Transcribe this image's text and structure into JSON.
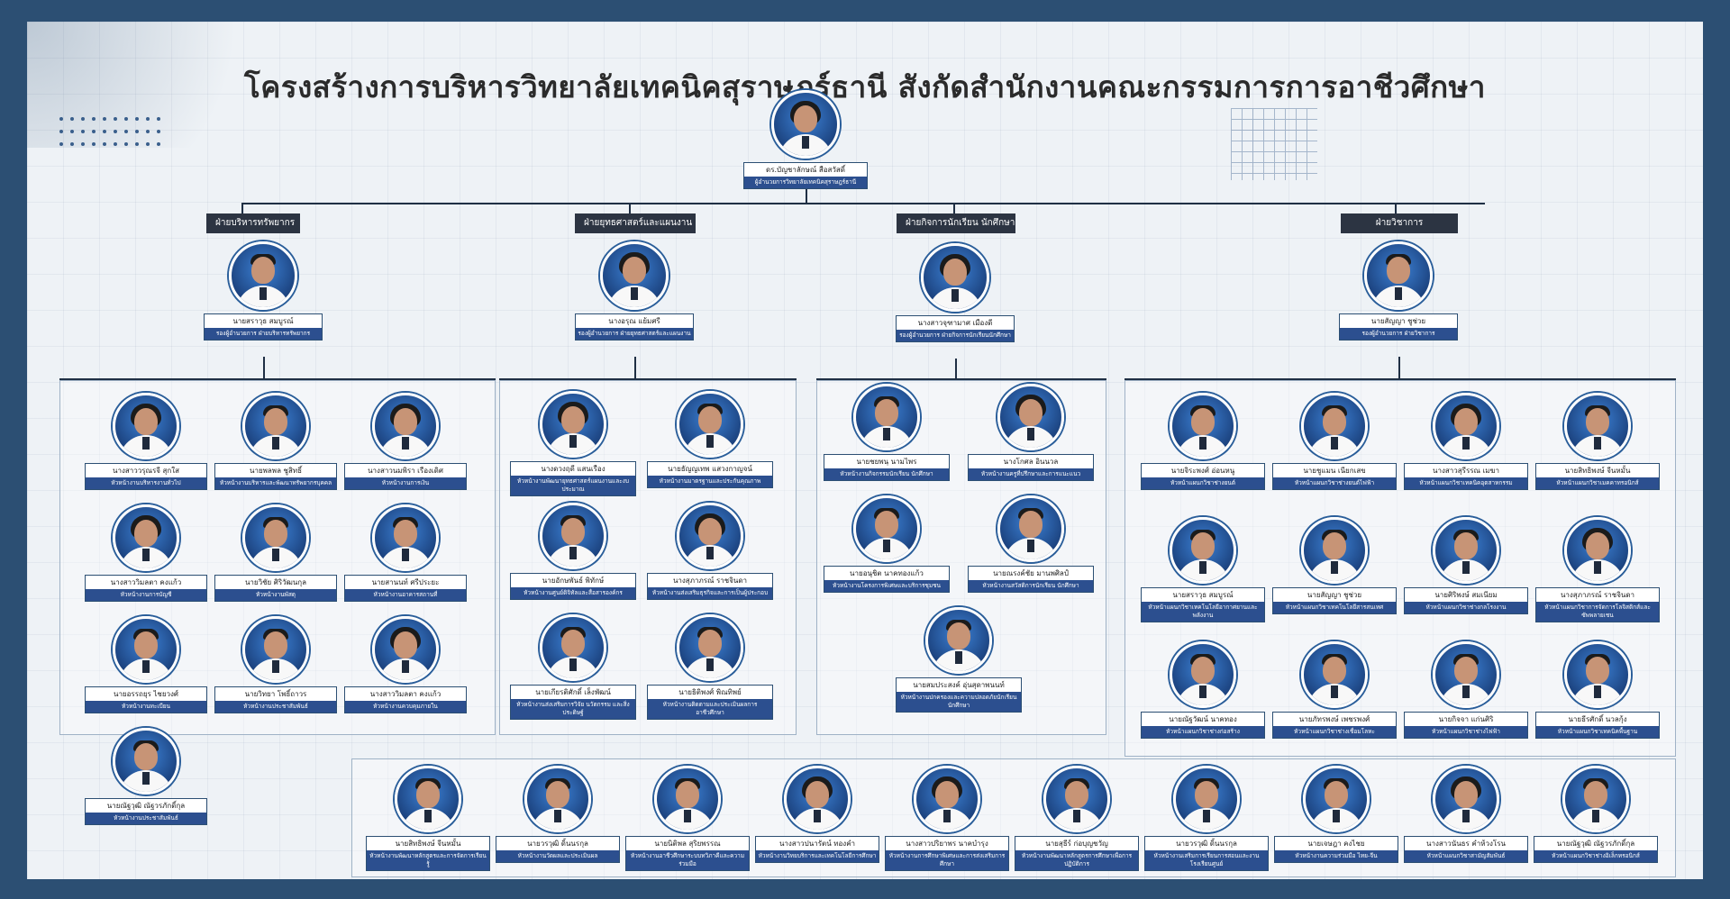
{
  "title": "โครงสร้างการบริหารวิทยาลัยเทคนิคสุราษฎร์ธานี  สังกัดสำนักงานคณะกรรมการการอาชีวศึกษา",
  "director": {
    "name": "ดร.บัญชาลักษณ์ สือสวัสดิ์",
    "role": "ผู้อำนวยการวิทยาลัยเทคนิคสุราษฎร์ธานี"
  },
  "departments": [
    {
      "label": "ฝ่ายบริหารทรัพยากร",
      "head": {
        "name": "นายสราวุธ สมบูรณ์",
        "role": "รองผู้อำนวยการ ฝ่ายบริหารทรัพยากร"
      }
    },
    {
      "label": "ฝ่ายยุทธศาสตร์และแผนงาน",
      "head": {
        "name": "นางอรุณ แย้มศรี",
        "role": "รองผู้อำนวยการ ฝ่ายยุทธศาสตร์และแผนงาน"
      }
    },
    {
      "label": "ฝ่ายกิจการนักเรียน นักศึกษา",
      "head": {
        "name": "นางสาวจุฑามาศ เมืองดี",
        "role": "รองผู้อำนวยการ ฝ่ายกิจการนักเรียนนักศึกษา"
      }
    },
    {
      "label": "ฝ่ายวิชาการ",
      "head": {
        "name": "นายสัญญา ชูช่วย",
        "role": "รองผู้อำนวยการ ฝ่ายวิชาการ"
      }
    }
  ],
  "staff_resource": [
    {
      "name": "นางสาววรุณรจี สุกใส",
      "role": "หัวหน้างานบริหารงานทั่วไป"
    },
    {
      "name": "นายพลพล ชูสิทธิ์",
      "role": "หัวหน้างานบริหารและพัฒนาทรัพยากรบุคคล"
    },
    {
      "name": "นางสาวนมพิรา เรืองเดิศ",
      "role": "หัวหน้างานการเงิน"
    },
    {
      "name": "นางสาววิมลตา คงแก้ว",
      "role": "หัวหน้างานการบัญชี"
    },
    {
      "name": "นายวิชัย ศิริวัฒนกุล",
      "role": "หัวหน้างานพัสดุ"
    },
    {
      "name": "นายสานนท์ ศรีประยะ",
      "role": "หัวหน้างานอาคารสถานที่"
    },
    {
      "name": "นายอรรถยุร ไชยวงศ์",
      "role": "หัวหน้างานทะเบียน"
    },
    {
      "name": "นายวิทยา โพธิ์ถาวร",
      "role": "หัวหน้างานประชาสัมพันธ์"
    },
    {
      "name": "นางสาววิมลตา คงแก้ว",
      "role": "หัวหน้างานควบคุมภายใน"
    },
    {
      "name": "นายณัฐวุฒิ ณัฐวรภักดิ์กุล",
      "role": "หัวหน้างานประชาสัมพันธ์"
    }
  ],
  "staff_strategy": [
    {
      "name": "นางดวงฤดี แสนเรือง",
      "role": "หัวหน้างานพัฒนายุทธศาสตร์แผนงานและงบประมาณ"
    },
    {
      "name": "นายธัญญเทพ แสวงกาญจน์",
      "role": "หัวหน้างานมาตรฐานและประกันคุณภาพ"
    },
    {
      "name": "นายอักษพันธ์ พิทักษ์",
      "role": "หัวหน้างานศูนย์ดิจิทัลและสื่อสารองค์กร"
    },
    {
      "name": "นางสุภาภรณ์ ราชจินดา",
      "role": "หัวหน้างานส่งเสริมธุรกิจและการเป็นผู้ประกอบ"
    },
    {
      "name": "นายเกียรติศักดิ์ เล็งพัฒน์",
      "role": "หัวหน้างานส่งเสริมการวิจัย นวัตกรรม และสิ่งประดิษฐ์"
    },
    {
      "name": "นายธิติพงศ์ พิณทิพย์",
      "role": "หัวหน้างานติดตามและประเมินผลการอาชีวศึกษา"
    }
  ],
  "staff_student": [
    {
      "name": "นายชยพนฺ นามไพร",
      "role": "หัวหน้างานกิจกรรมนักเรียน นักศึกษา"
    },
    {
      "name": "นางโกศล อินนวล",
      "role": "หัวหน้างานครูที่ปรึกษาและการแนะแนว"
    },
    {
      "name": "นายอนุชิต นาคทองแก้ว",
      "role": "หัวหน้างานโครงการพิเศษและบริการชุมชน"
    },
    {
      "name": "นายณรงค์ชัย มานพศิลป์",
      "role": "หัวหน้างานสวัสดิการนักเรียน นักศึกษา"
    },
    {
      "name": "นายสมประสงค์ อุ่นสุดาพนนท์",
      "role": "หัวหน้างานปกครองและความปลอดภัยนักเรียน นักศึกษา"
    }
  ],
  "staff_academic": [
    {
      "name": "นายจิระพงศ์ อ่อนหนู",
      "role": "หัวหน้าแผนกวิชาช่างยนต์"
    },
    {
      "name": "นายชูแมน เนียกเสข",
      "role": "หัวหน้าแผนกวิชาช่างยนต์ไฟฟ้า"
    },
    {
      "name": "นางสาวสุรีรรณ เมฆา",
      "role": "หัวหน้าแผนกวิชาเทคนิคอุตสาหกรรม"
    },
    {
      "name": "นายสิทธิพงษ์ จีนหมั้น",
      "role": "หัวหน้าแผนกวิชาเมคคาทรอนิกส์"
    },
    {
      "name": "นายสราวุธ สมบูรณ์",
      "role": "หัวหน้าแผนกวิชาเทคโนโลยีอากาศยานและพลังงาน"
    },
    {
      "name": "นายสัญญา ชูช่วย",
      "role": "หัวหน้าแผนกวิชาเทคโนโลยีสารสนเทศ"
    },
    {
      "name": "นายศิริพงษ์ สมเนียม",
      "role": "หัวหน้าแผนกวิชาช่างกลโรงงาน"
    },
    {
      "name": "นางสุภาภรณ์ ราชจินดา",
      "role": "หัวหน้าแผนกวิชาการจัดการโลจิสติกส์และซัพพลายเชน"
    },
    {
      "name": "นายณัฐวัฒน์ นาคทอง",
      "role": "หัวหน้าแผนกวิชาช่างก่อสร้าง"
    },
    {
      "name": "นายภัทรพงษ์ เพชรพงศ์",
      "role": "หัวหน้าแผนกวิชาช่างเชื่อมโลหะ"
    },
    {
      "name": "นายกิจจา แก่นศิริ",
      "role": "หัวหน้าแผนกวิชาช่างไฟฟ้า"
    },
    {
      "name": "นายธีรศักดิ์ นวลกุ้ง",
      "role": "หัวหน้าแผนกวิชาเทคนิคพื้นฐาน"
    }
  ],
  "staff_bottom": [
    {
      "name": "นายสิทธิพงษ์ จีนหมั้น",
      "role": "หัวหน้างานพัฒนาหลักสูตรและการจัดการเรียนรู้"
    },
    {
      "name": "นายวรวุฒิ ดิ้นนรกุล",
      "role": "หัวหน้างานวัดผลและประเมินผล"
    },
    {
      "name": "นายนิติพล สุริยพรรณ",
      "role": "หัวหน้างานอาชีวศึกษาระบบทวิภาคีและความร่วมมือ"
    },
    {
      "name": "นางสาวปนารัตน์ ทองคำ",
      "role": "หัวหน้างานวิทยบริการและเทคโนโลยีการศึกษา"
    },
    {
      "name": "นางสาวปริยาพร นาคบำรุง",
      "role": "หัวหน้างานการศึกษาพิเศษและการส่งเสริมการศึกษา"
    },
    {
      "name": "นายสุธีร์ ก่อบุญชวัญ",
      "role": "หัวหน้างานพัฒนาหลักสูตรการศึกษาเพื่อการปฏิบัติการ"
    },
    {
      "name": "นายวรวุฒิ ดิ้นนรกุล",
      "role": "หัวหน้างานเสริมการเรียนการสอนและงานโรงเรียนศูนย์"
    },
    {
      "name": "นายเจษฎา คงไชย",
      "role": "หัวหน้างานความร่วมมือ ไทย-จีน"
    },
    {
      "name": "นางสาวนันธร คำห้วงโรน",
      "role": "หัวหน้าแผนกวิชาสามัญสัมพันธ์"
    },
    {
      "name": "นายณัฐวุฒิ ณัฐวรภักดิ์กุล",
      "role": "หัวหน้าแผนกวิชาช่างอิเล็กทรอนิกส์"
    }
  ]
}
